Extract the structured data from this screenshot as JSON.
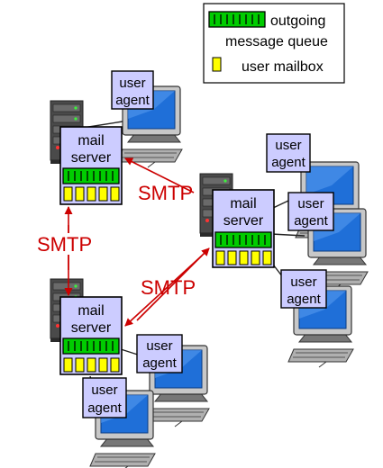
{
  "legend": {
    "queue_line1": "outgoing",
    "queue_line2": "message queue",
    "mailbox_label": "user mailbox"
  },
  "servers": [
    {
      "line1": "mail",
      "line2": "server"
    },
    {
      "line1": "mail",
      "line2": "server"
    },
    {
      "line1": "mail",
      "line2": "server"
    }
  ],
  "agents": [
    {
      "line1": "user",
      "line2": "agent"
    },
    {
      "line1": "user",
      "line2": "agent"
    },
    {
      "line1": "user",
      "line2": "agent"
    },
    {
      "line1": "user",
      "line2": "agent"
    },
    {
      "line1": "user",
      "line2": "agent"
    },
    {
      "line1": "user",
      "line2": "agent"
    }
  ],
  "protocols": {
    "a": "SMTP",
    "b": "SMTP",
    "c": "SMTP"
  },
  "colors": {
    "box_fill": "#ccccff",
    "queue_green": "#00cc00",
    "mailbox_yellow": "#ffff00",
    "arrow_red": "#cc0000",
    "monitor_blue": "#1f6fd8"
  }
}
